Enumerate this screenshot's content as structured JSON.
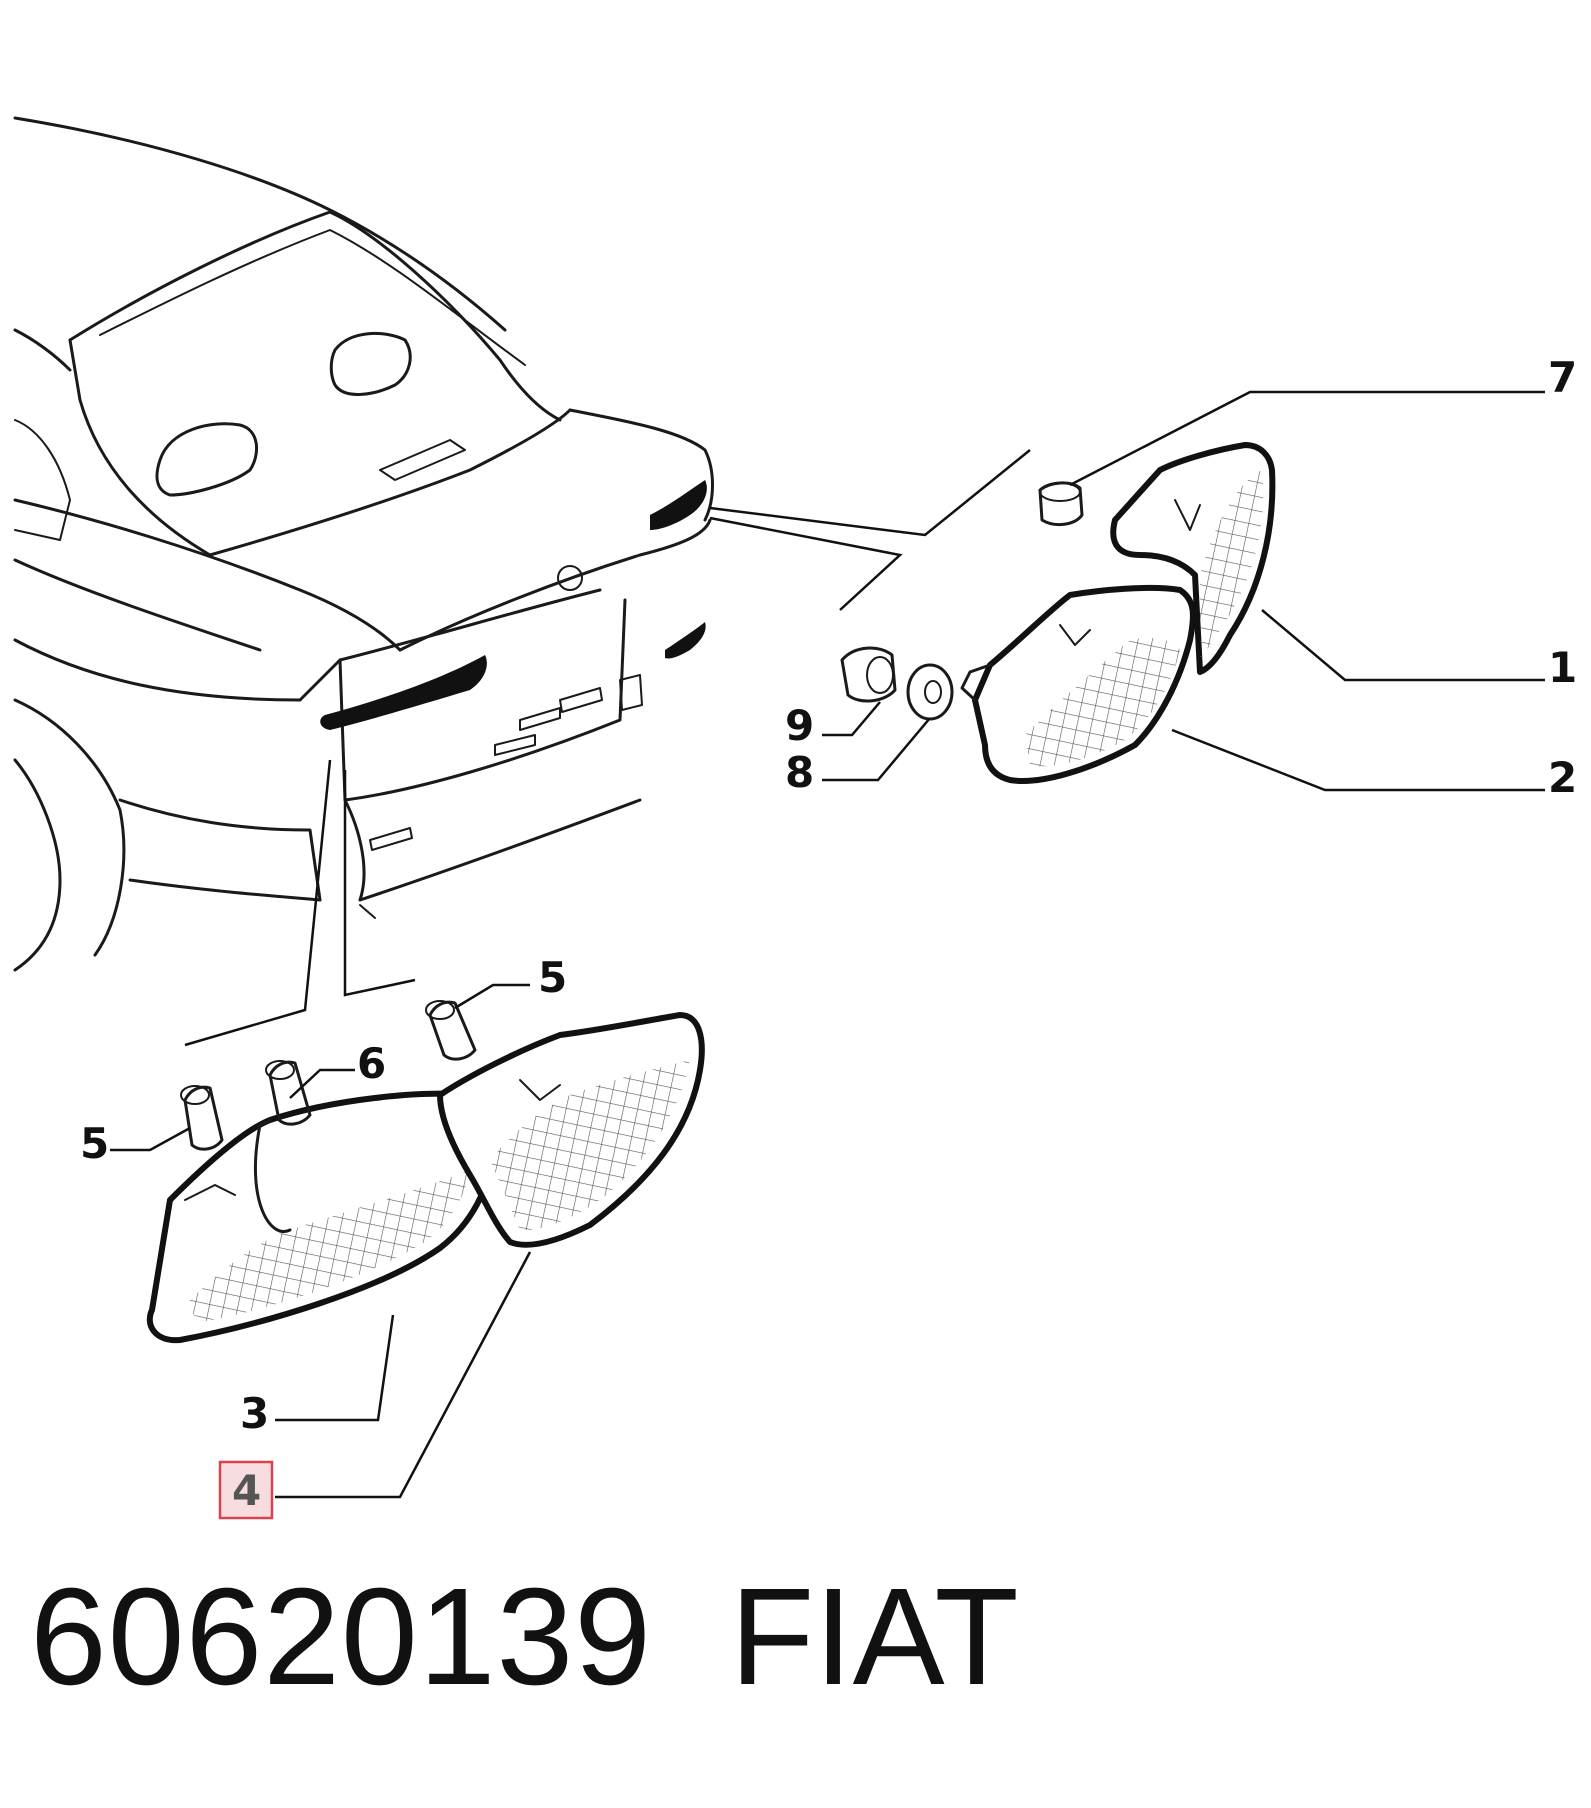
{
  "diagram": {
    "callouts": [
      {
        "id": "c7",
        "label": "7"
      },
      {
        "id": "c1",
        "label": "1"
      },
      {
        "id": "c2",
        "label": "2"
      },
      {
        "id": "c9",
        "label": "9"
      },
      {
        "id": "c8",
        "label": "8"
      },
      {
        "id": "c5a",
        "label": "5"
      },
      {
        "id": "c6",
        "label": "6"
      },
      {
        "id": "c5b",
        "label": "5"
      },
      {
        "id": "c3",
        "label": "3"
      },
      {
        "id": "c4",
        "label": "4"
      }
    ],
    "highlighted_callout": "4"
  },
  "footer": {
    "part_number": "60620139",
    "brand": "FIAT"
  }
}
